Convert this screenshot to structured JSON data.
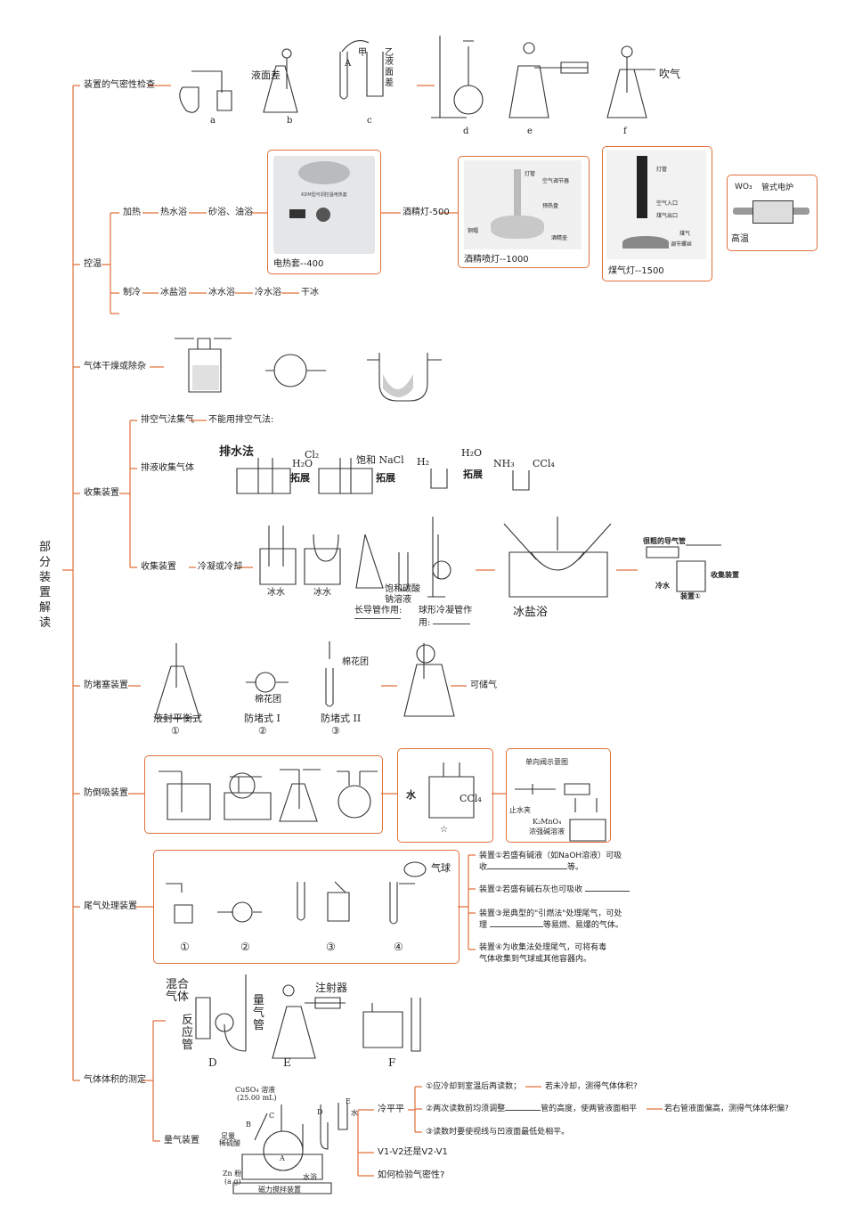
{
  "title": "部分装置解读",
  "colors": {
    "branch": "#e0703a",
    "frame": "#e0703a",
    "ink": "#222222"
  },
  "sec_airtight": {
    "label": "装置的气密性检查",
    "tags": [
      "a",
      "b",
      "c",
      "d",
      "e",
      "f"
    ],
    "b_text": "液面差",
    "c_A": "A",
    "c_jia": "甲",
    "c_yi": "乙",
    "c_text": "液面差",
    "f_text": "吹气"
  },
  "sec_temp": {
    "label": "控温",
    "heat": "加热",
    "heat_chain": [
      "热水浴",
      "砂浴、油浴"
    ],
    "heater_caption": "电热套--400",
    "heater_panel": "KDM型可调控温电热套",
    "alcohol_lamp": "酒精灯-500",
    "blowlamp_caption": "酒精喷灯--1000",
    "blowlamp_parts": [
      "灯管",
      "空气调节器",
      "预热盘",
      "铜帽",
      "酒精壶"
    ],
    "gaslamp_caption": "煤气灯--1500",
    "gaslamp_parts": [
      "灯管",
      "空气入口",
      "煤气出口",
      "煤气",
      "调节螺丝"
    ],
    "furnace_labels": [
      "WO₃",
      "管式电炉"
    ],
    "high_temp": "高温",
    "cool": "制冷",
    "cool_chain": [
      "冰盐浴",
      "冰水浴",
      "冷水浴",
      "干冰"
    ]
  },
  "sec_dry": {
    "label": "气体干燥或除杂"
  },
  "sec_collect": {
    "label": "收集装置",
    "exhaust": "排空气法集气",
    "exhaust_note": "不能用排空气法:",
    "liquid": "排液收集气体",
    "method": "排水法",
    "h2o": "H₂O",
    "cl2": "Cl₂",
    "satnacl": "饱和 NaCl",
    "extend": "拓展",
    "h2": "H₂",
    "nh3": "NH₃",
    "ccl4": "CCl₄",
    "device": "收集装置",
    "condense": "冷凝或冷却",
    "ice_water": "冰水",
    "sat_soda": "饱和碳酸",
    "sat_soda2": "钠溶液",
    "long_tube": "长导管作用:",
    "ball_cond": "球形冷凝管作",
    "use": "用:",
    "ice_salt": "冰盐浴",
    "big_tube": "很粗的导气管",
    "cold_water": "冷水",
    "collect_dev": "收集装置",
    "device1": "装置①"
  },
  "sec_plug": {
    "label": "防堵塞装置",
    "store": "可储气",
    "cotton": "棉花团",
    "items": [
      {
        "name": "液封平衡式",
        "num": "①"
      },
      {
        "name": "防堵式 I",
        "num": "②"
      },
      {
        "name": "防堵式 II",
        "num": "③"
      }
    ]
  },
  "sec_suck": {
    "label": "防倒吸装置",
    "water": "水",
    "ccl4": "CCl₄",
    "star": "☆",
    "valve": "单向阀示意图",
    "clamp": "止水夹",
    "kmno4": "K₂MnO₄",
    "alkali": "浓强碱溶液"
  },
  "sec_tail": {
    "label": "尾气处理装置",
    "balloon": "气球",
    "nums": [
      "①",
      "②",
      "③",
      "④"
    ],
    "n1_a": "装置①若盛有碱液（如NaOH溶液）可吸",
    "n1_b": "收",
    "n1_c": "等。",
    "n2": "装置②若盛有碱石灰也可吸收",
    "n3_a": "装置③是典型的\"引燃法\"处理尾气，可处",
    "n3_b": "理",
    "n3_c": "等易燃、易爆的气体。",
    "n4_a": "装置④为收集法处理尾气，可将有毒",
    "n4_b": "气体收集到气球或其他容器内。"
  },
  "sec_volume": {
    "label": "气体体积的测定",
    "mixed": "混合",
    "gas": "气体",
    "react": "反",
    "react2": "应",
    "tube": "管",
    "measure": "量",
    "measure2": "气",
    "measure3": "管",
    "syringe": "注射器",
    "tags": [
      "D",
      "E",
      "F"
    ],
    "device": "量气装置",
    "cuso4": "CuSO₄ 溶液",
    "cuso4_vol": "(25.00 mL)",
    "dilute": "足量",
    "dilute2": "稀硫酸",
    "zn": "Zn 粉",
    "zn2": "(a g)",
    "bath": "水浴",
    "stirrer": "磁力搅拌装置",
    "water": "水",
    "letters": [
      "A",
      "B",
      "C",
      "D",
      "E"
    ],
    "level": "冷平平",
    "r1": "①应冷却到室温后再读数；",
    "r1_next": "若未冷却，测得气体体积?",
    "r2_a": "②两次读数前均须调整",
    "r2_b": "管的高度，使两管液面相平",
    "r2_next": "若右管液面偏高，测得气体体积偏?",
    "r3": "③读数时要使视线与凹液面最低处相平。",
    "q1": "V1-V2还是V2-V1",
    "q2": "如何检验气密性?"
  }
}
